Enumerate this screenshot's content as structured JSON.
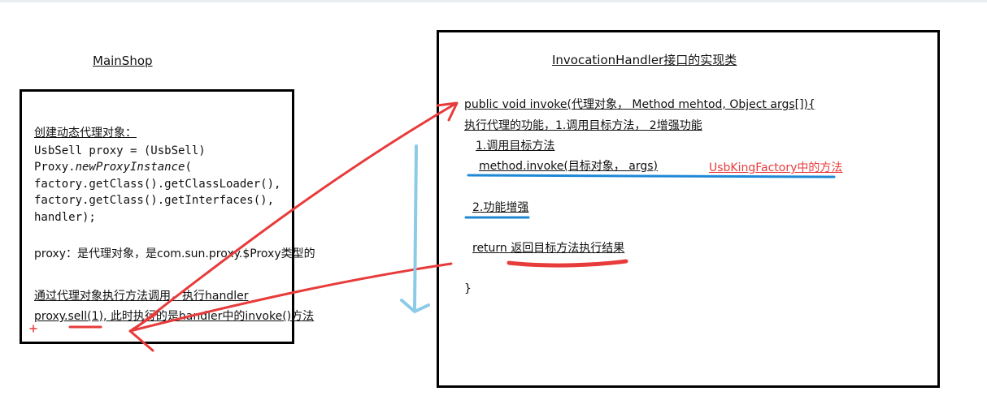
{
  "main_shop": {
    "title": "MainShop",
    "lines": [
      "创建动态代理对象：",
      "UsbSell proxy = (UsbSell)",
      "Proxy.",
      "newProxyInstance",
      "(",
      "factory.getClass().getClassLoader(),",
      "factory.getClass().getInterfaces(),",
      "handler);",
      "proxy：是代理对象，是com.sun.proxy.$Proxy类型的",
      "通过代理对象执行方法调用，执行handler",
      "proxy.sell(1), 此时执行的是handler中的invoke()方法"
    ]
  },
  "handler_box": {
    "title": "InvocationHandler接口的实现类",
    "lines": [
      "public void invoke(代理对象， Method mehtod, Object args[]){",
      "执行代理的功能，1.调用目标方法， 2增强功能",
      "1.调用目标方法",
      "method.invoke(目标对象， args)",
      "2.功能增强",
      "return 返回目标方法执行结果",
      "}"
    ],
    "annotation": "UsbKingFactory中的方法"
  },
  "colors": {
    "arrow_red": "#e83b3b",
    "marker_blue": "#1e88d6",
    "arrow_light_blue": "#8ccbe8"
  }
}
